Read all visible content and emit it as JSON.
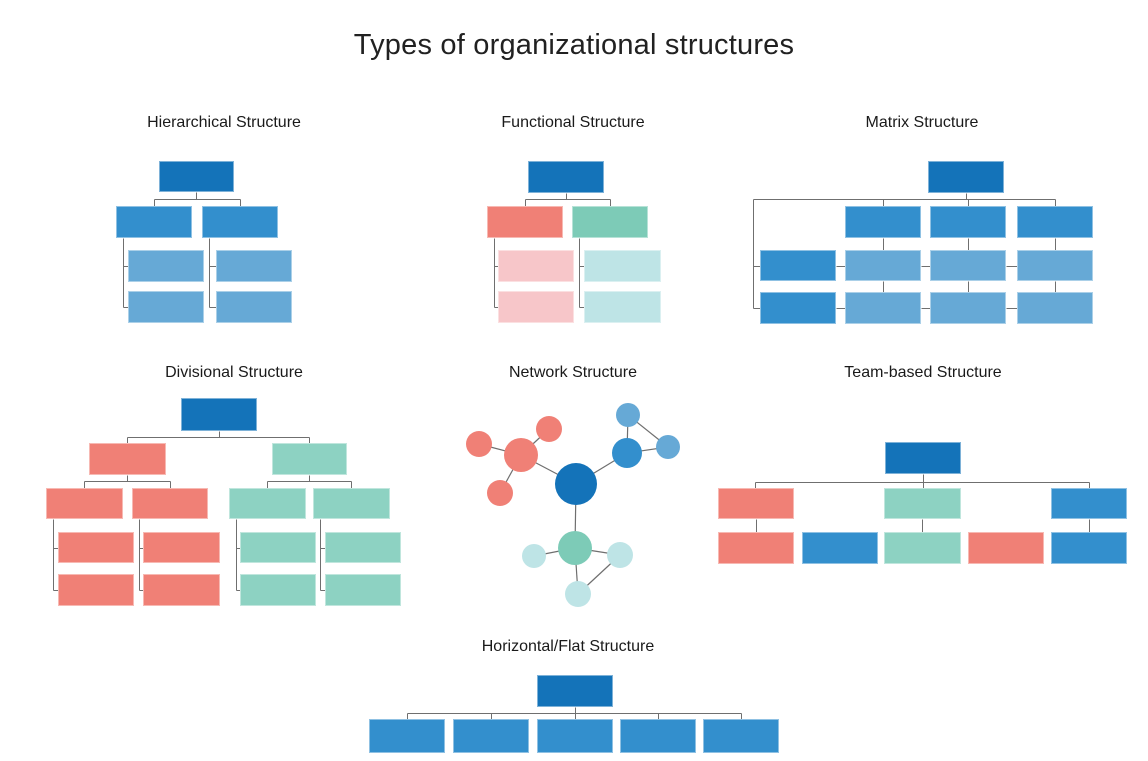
{
  "title": "Types of organizational structures",
  "sections": {
    "hierarchical": {
      "label": "Hierarchical Structure"
    },
    "functional": {
      "label": "Functional Structure"
    },
    "matrix": {
      "label": "Matrix Structure"
    },
    "divisional": {
      "label": "Divisional Structure"
    },
    "network": {
      "label": "Network Structure"
    },
    "team_based": {
      "label": "Team-based Structure"
    },
    "horizontal_flat": {
      "label": "Horizontal/Flat Structure"
    }
  },
  "palette": {
    "background": "#ffffff",
    "title_text": "#212121",
    "section_title_text": "#1a1a1a",
    "connector": "#6f6f6f",
    "dark_blue": "#1473b9",
    "medium_blue": "#338fcd",
    "light_blue": "#66a9d6",
    "salmon": "#f08076",
    "light_salmon": "#f7c6c9",
    "teal": "#7dcbb7",
    "soft_teal": "#8dd2c2",
    "light_teal": "#bee4e6"
  }
}
